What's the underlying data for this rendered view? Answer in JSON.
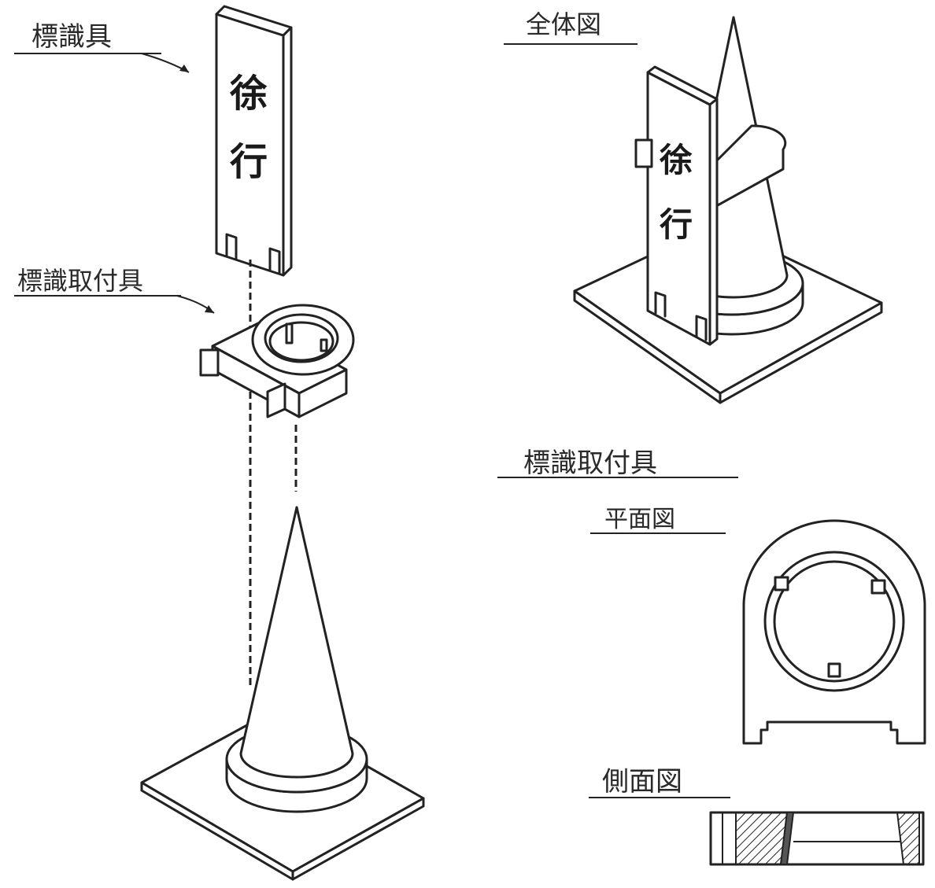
{
  "labels": {
    "sign": "標識具",
    "sign_mount": "標識取付具",
    "overall": "全体図",
    "mount_title": "標識取付具",
    "plan_view": "平面図",
    "side_view": "側面図"
  },
  "sign_text": {
    "char1": "徐",
    "char2": "行"
  },
  "colors": {
    "ink": "#222222",
    "paper": "#ffffff"
  }
}
